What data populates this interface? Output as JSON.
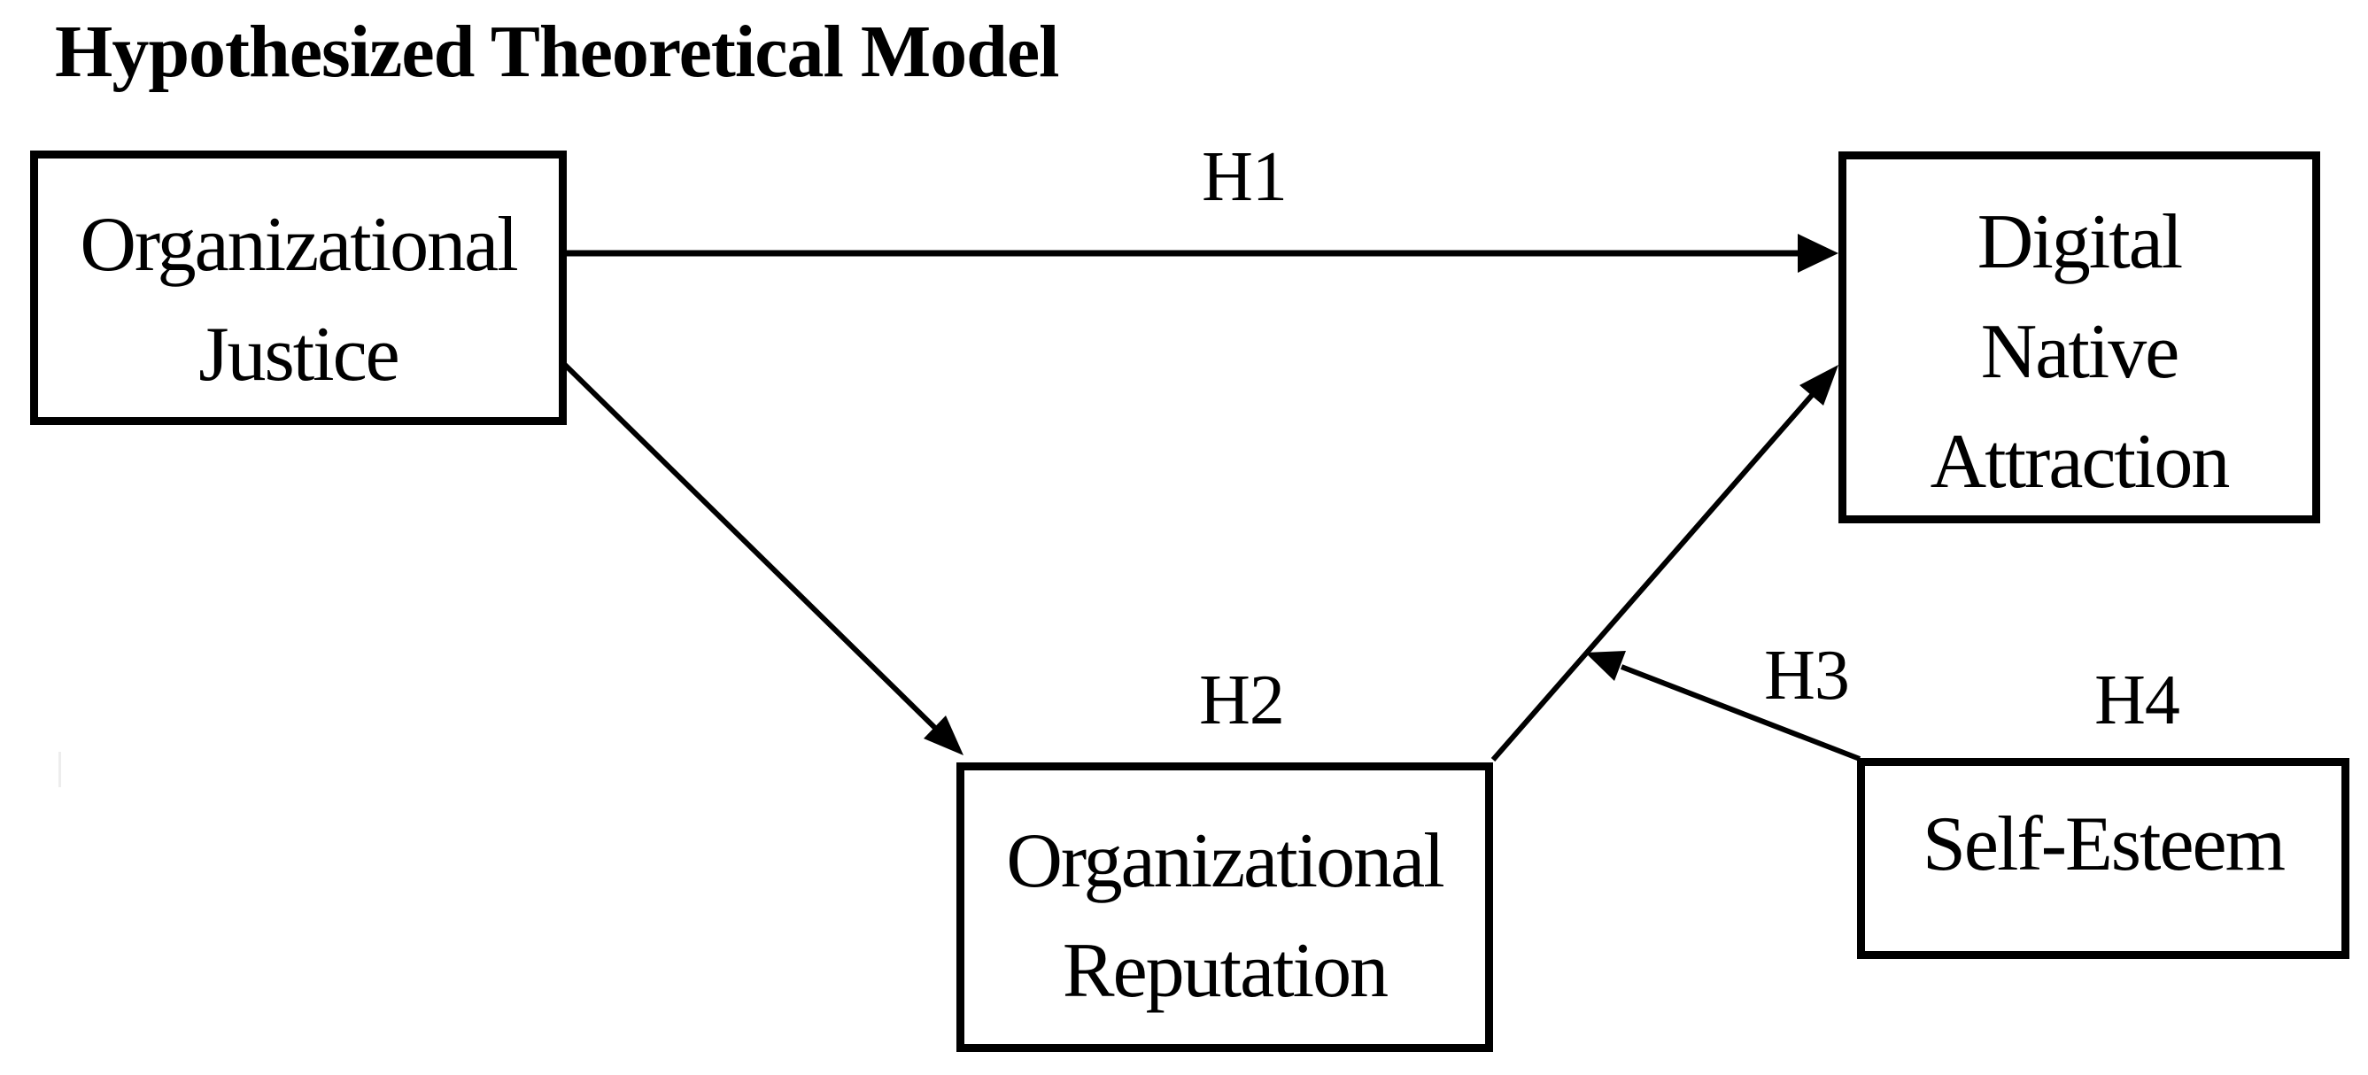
{
  "title": "Hypothesized Theoretical Model",
  "diagram": {
    "background_color": "#ffffff",
    "line_color": "#000000",
    "nodes": [
      {
        "id": "organizational-justice",
        "lines": [
          "Organizational",
          "Justice"
        ]
      },
      {
        "id": "digital-native-attraction",
        "lines": [
          "Digital",
          "Native",
          "Attraction"
        ]
      },
      {
        "id": "organizational-reputation",
        "lines": [
          "Organizational",
          "Reputation"
        ]
      },
      {
        "id": "self-esteem",
        "lines": [
          "Self-Esteem"
        ]
      }
    ],
    "hypotheses": [
      {
        "label": "H1",
        "from": "Organizational Justice",
        "to": "Digital Native Attraction",
        "type": "direct arrow"
      },
      {
        "label": "H2",
        "from": "Organizational Justice",
        "to": "Digital Native Attraction",
        "via": "Organizational Reputation",
        "type": "mediated arrow"
      },
      {
        "label": "H3",
        "from": "Self-Esteem",
        "to": "arrow from Organizational Reputation to Digital Native Attraction",
        "type": "moderation arrow"
      },
      {
        "label": "H4",
        "from": "Self-Esteem",
        "type": "label above Self-Esteem box"
      }
    ]
  }
}
